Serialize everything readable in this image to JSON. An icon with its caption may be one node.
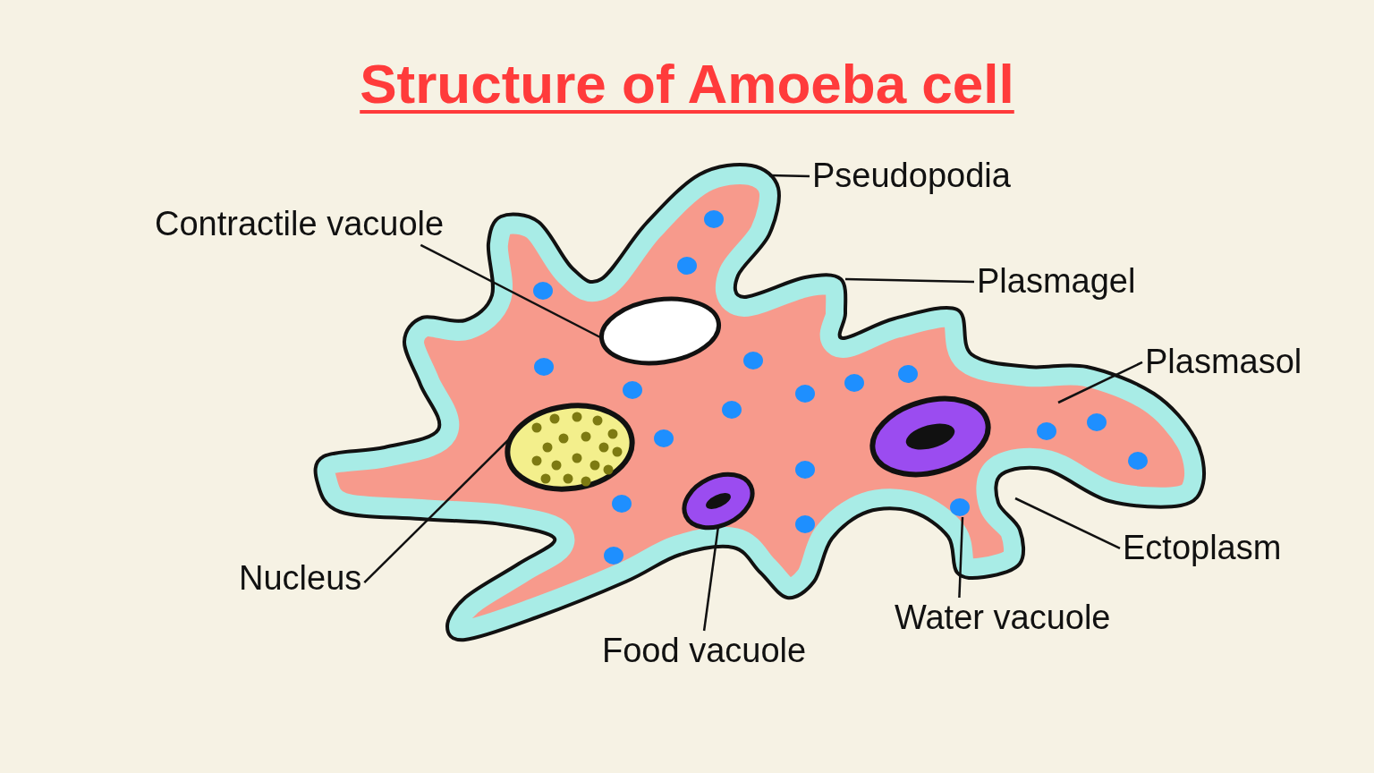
{
  "diagram": {
    "title": "Structure of Amoeba cell",
    "nodes": [
      {
        "text": [
          "Pseudopodia"
        ]
      },
      {
        "text": [
          "Contractile vacuole"
        ]
      },
      {
        "text": [
          "Plasmagel"
        ]
      },
      {
        "text": [
          "Plasmasol"
        ]
      },
      {
        "text": [
          "Nucleus"
        ]
      },
      {
        "text": [
          "Ectoplasm"
        ]
      },
      {
        "text": [
          "Water vacuole"
        ]
      },
      {
        "text": [
          "Food vacuole"
        ]
      },
      {
        "text": [],
        "shape": "circle"
      },
      {
        "text": [],
        "shape": "circle"
      },
      {
        "text": [],
        "shape": "circle"
      },
      {
        "text": [],
        "shape": "circle"
      }
    ],
    "edges": [
      {
        "from": 0,
        "to": null,
        "arrow": "none"
      },
      {
        "from": 1,
        "to": 9,
        "arrow": "none"
      },
      {
        "from": 2,
        "to": null,
        "arrow": "none"
      },
      {
        "from": 3,
        "to": null,
        "arrow": "none"
      },
      {
        "from": 4,
        "to": 8,
        "arrow": "none"
      },
      {
        "from": 5,
        "to": null,
        "arrow": "none"
      },
      {
        "from": 6,
        "to": 11,
        "arrow": "none"
      },
      {
        "from": 7,
        "to": 10,
        "arrow": "none"
      }
    ]
  }
}
